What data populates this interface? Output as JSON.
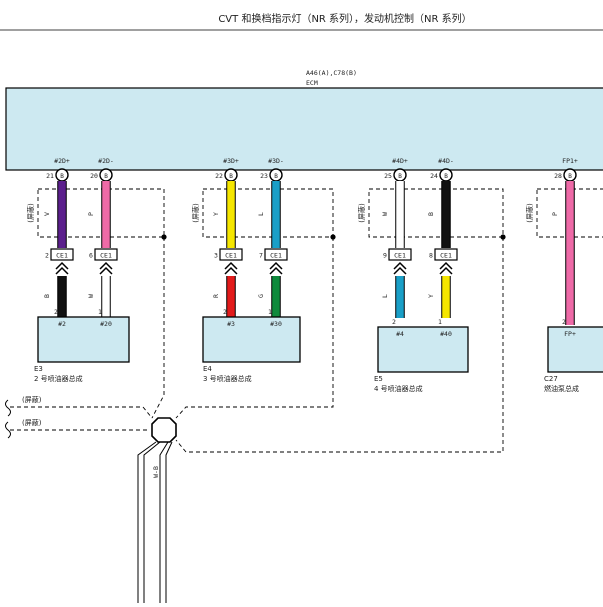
{
  "header": {
    "title": "CVT 和换档指示灯（NR 系列），发动机控制（NR 系列）"
  },
  "ecm": {
    "connector": "A46(A),C78(B)",
    "name": "ECM",
    "ecm_fill": "#cde9f1",
    "pins": [
      {
        "label": "#2D+",
        "num": "21",
        "conn": "B",
        "wire_code": "V",
        "wire_color": "#5b1f8c"
      },
      {
        "label": "#2D-",
        "num": "20",
        "conn": "B",
        "wire_code": "P",
        "wire_color": "#ee6aa7"
      },
      {
        "label": "#3D+",
        "num": "22",
        "conn": "B",
        "wire_code": "Y",
        "wire_color": "#f5e600"
      },
      {
        "label": "#3D-",
        "num": "23",
        "conn": "B",
        "wire_code": "L",
        "wire_color": "#1a9fc7"
      },
      {
        "label": "#4D+",
        "num": "25",
        "conn": "B",
        "wire_code": "W",
        "wire_color": "#ffffff"
      },
      {
        "label": "#4D-",
        "num": "24",
        "conn": "B",
        "wire_code": "B",
        "wire_color": "#111111"
      },
      {
        "label": "FP1+",
        "num": "28",
        "conn": "B",
        "wire_code": "P",
        "wire_color": "#ee6aa7"
      }
    ]
  },
  "shield_label": "(屏蔽)",
  "splices": [
    {
      "a_num": "2",
      "b_num": "6",
      "ce": "CE1"
    },
    {
      "a_num": "3",
      "b_num": "7",
      "ce": "CE1"
    },
    {
      "a_num": "9",
      "b_num": "8",
      "ce": "CE1"
    }
  ],
  "lower_wires": [
    {
      "code": "B",
      "color": "#111111"
    },
    {
      "code": "W",
      "color": "#ffffff"
    },
    {
      "code": "R",
      "color": "#e21b1b"
    },
    {
      "code": "G",
      "color": "#0e8a3c"
    },
    {
      "code": "L",
      "color": "#1a9fc7"
    },
    {
      "code": "Y",
      "color": "#f5e600"
    }
  ],
  "components": [
    {
      "code": "E3",
      "name": "2 号喷油器总成",
      "pins": [
        {
          "num": "2",
          "label": "#2"
        },
        {
          "num": "1",
          "label": "#20"
        }
      ]
    },
    {
      "code": "E4",
      "name": "3 号喷油器总成",
      "pins": [
        {
          "num": "2",
          "label": "#3"
        },
        {
          "num": "1",
          "label": "#30"
        }
      ]
    },
    {
      "code": "E5",
      "name": "4 号喷油器总成",
      "pins": [
        {
          "num": "2",
          "label": "#4"
        },
        {
          "num": "1",
          "label": "#40"
        }
      ]
    },
    {
      "code": "C27",
      "name": "燃油泵总成",
      "pins": [
        {
          "num": "2",
          "label": "FP+"
        }
      ]
    }
  ],
  "harness": {
    "wire_code": "W-B",
    "shield_labels": [
      "(屏蔽)",
      "(屏蔽)"
    ]
  }
}
